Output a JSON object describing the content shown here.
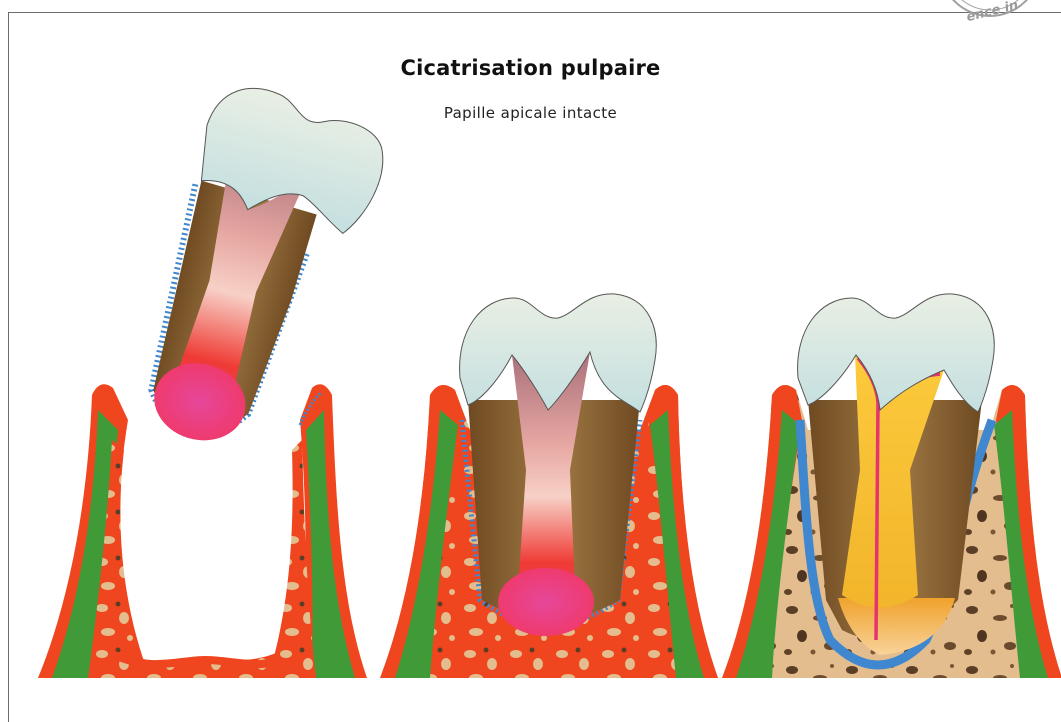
{
  "title": "Cicatrisation pulpaire",
  "subtitle": "Papille apicale intacte",
  "stamp_text": "ence in",
  "colors": {
    "enamel": "#d6e8e2",
    "dentin": "#8a6236",
    "pulp_vital": "#ec5566",
    "pulp_healed": "#f8c335",
    "gingiva": "#f0461f",
    "periodontium": "#3f9a37",
    "bone": "#e3bd8d",
    "ligament": "#3f87cf"
  },
  "panels": [
    {
      "step": "extraction"
    },
    {
      "step": "replantation"
    },
    {
      "step": "cicatrisation"
    }
  ]
}
